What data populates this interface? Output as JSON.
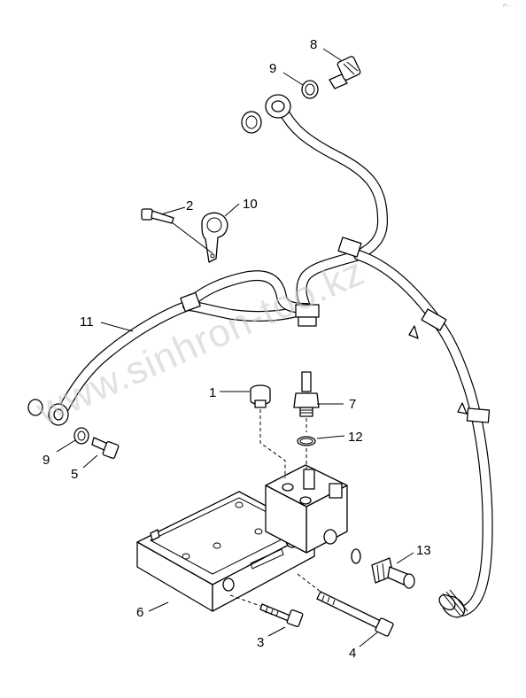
{
  "corner_mark": "(P) ----",
  "watermark": "www.sinhron-too.kz",
  "callouts": [
    "1",
    "2",
    "3",
    "4",
    "5",
    "6",
    "7",
    "8",
    "9",
    "9",
    "10",
    "11",
    "12",
    "13"
  ]
}
